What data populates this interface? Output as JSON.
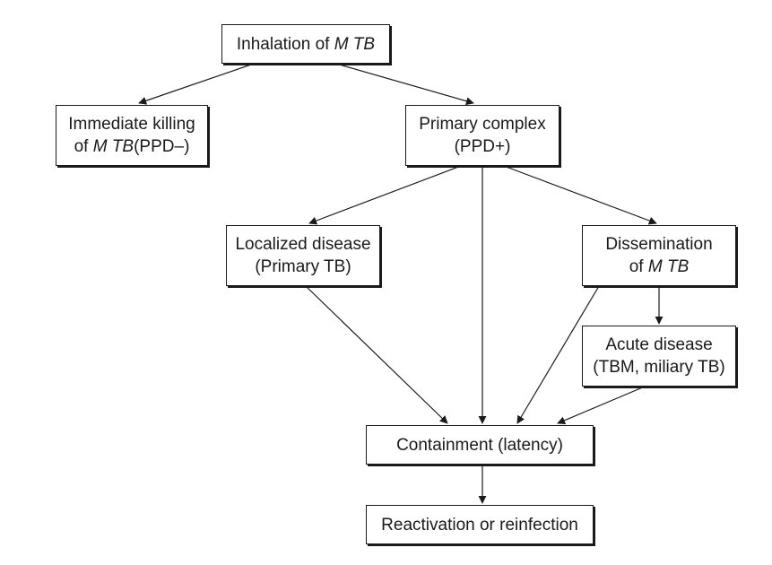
{
  "nodes": {
    "inhalation": {
      "pre": "Inhalation of ",
      "em": "M TB"
    },
    "immediate_killing": {
      "line1": "Immediate killing",
      "line2_pre": "of ",
      "line2_em": "M TB",
      "line2_post": "(PPD–)"
    },
    "primary_complex": {
      "line1": "Primary complex",
      "line2": "(PPD+)"
    },
    "localized_disease": {
      "line1": "Localized disease",
      "line2": "(Primary TB)"
    },
    "dissemination": {
      "line1": "Dissemination",
      "line2_pre": "of ",
      "line2_em": "M TB"
    },
    "acute_disease": {
      "line1": "Acute disease",
      "line2": "(TBM, miliary TB)"
    },
    "containment": {
      "label": "Containment (latency)"
    },
    "reactivation": {
      "label": "Reactivation or reinfection"
    }
  },
  "edges": [
    {
      "from": "inhalation",
      "to": "immediate_killing"
    },
    {
      "from": "inhalation",
      "to": "primary_complex"
    },
    {
      "from": "primary_complex",
      "to": "localized_disease"
    },
    {
      "from": "primary_complex",
      "to": "containment"
    },
    {
      "from": "primary_complex",
      "to": "dissemination"
    },
    {
      "from": "dissemination",
      "to": "acute_disease"
    },
    {
      "from": "localized_disease",
      "to": "containment"
    },
    {
      "from": "dissemination",
      "to": "containment"
    },
    {
      "from": "acute_disease",
      "to": "containment"
    },
    {
      "from": "containment",
      "to": "reactivation"
    }
  ],
  "colors": {
    "stroke": "#1a1a1a",
    "background": "#ffffff"
  }
}
